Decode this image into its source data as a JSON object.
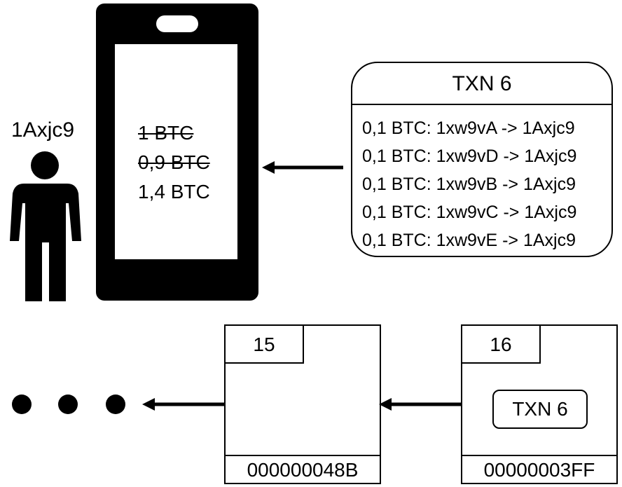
{
  "user": {
    "address": "1Axjc9",
    "icon": "person-icon"
  },
  "wallet": {
    "icon": "phone-icon",
    "balances": [
      {
        "text": "1 BTC",
        "struck": true
      },
      {
        "text": "0,9 BTC",
        "struck": true
      },
      {
        "text": "1,4 BTC",
        "struck": false
      }
    ]
  },
  "transaction": {
    "title": "TXN 6",
    "lines": [
      "0,1 BTC: 1xw9vA -> 1Axjc9",
      "0,1 BTC: 1xw9vD -> 1Axjc9",
      "0,1 BTC: 1xw9vB -> 1Axjc9",
      "0,1 BTC: 1xw9vC -> 1Axjc9",
      "0,1 BTC: 1xw9vE -> 1Axjc9"
    ]
  },
  "blocks": [
    {
      "number": "15",
      "hash": "000000048B",
      "content": ""
    },
    {
      "number": "16",
      "hash": "00000003FF",
      "content": "TXN 6"
    }
  ],
  "ellipsis_icon": "ellipsis-dots-icon"
}
